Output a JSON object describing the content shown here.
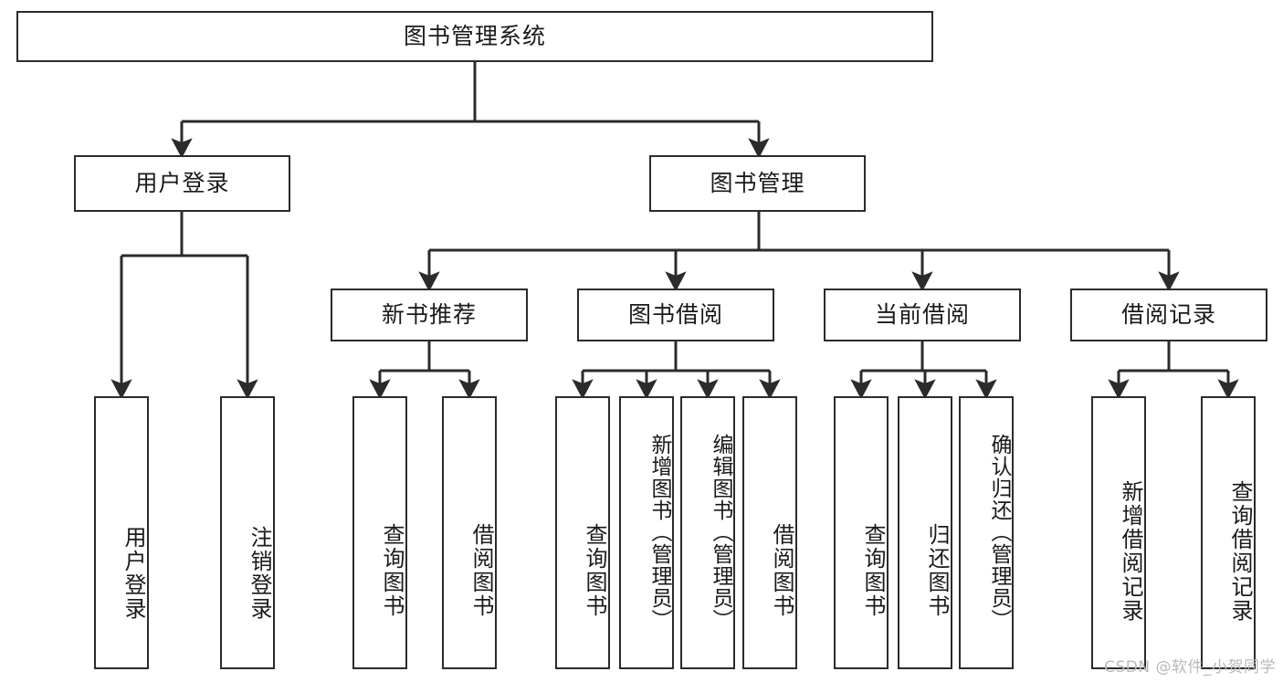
{
  "diagram": {
    "title": "图书管理系统",
    "type": "tree-hierarchy",
    "root": {
      "id": "root",
      "label": "图书管理系统"
    },
    "level2": [
      {
        "id": "user-login",
        "label": "用户登录"
      },
      {
        "id": "book-manage",
        "label": "图书管理"
      }
    ],
    "level3": [
      {
        "id": "new-book-recommend",
        "label": "新书推荐",
        "parent": "book-manage"
      },
      {
        "id": "book-borrow",
        "label": "图书借阅",
        "parent": "book-manage"
      },
      {
        "id": "current-borrow",
        "label": "当前借阅",
        "parent": "book-manage"
      },
      {
        "id": "borrow-record",
        "label": "借阅记录",
        "parent": "book-manage"
      }
    ],
    "leaves": [
      {
        "id": "leaf-user-login",
        "label": "用户登录",
        "parent": "user-login"
      },
      {
        "id": "leaf-logout",
        "label": "注销登录",
        "parent": "user-login"
      },
      {
        "id": "leaf-query-book-1",
        "label": "查询图书",
        "parent": "new-book-recommend"
      },
      {
        "id": "leaf-borrow-book-1",
        "label": "借阅图书",
        "parent": "new-book-recommend"
      },
      {
        "id": "leaf-query-book-2",
        "label": "查询图书",
        "parent": "book-borrow"
      },
      {
        "id": "leaf-add-book",
        "label": "新增图书（管理员）",
        "parent": "book-borrow"
      },
      {
        "id": "leaf-edit-book",
        "label": "编辑图书（管理员）",
        "parent": "book-borrow"
      },
      {
        "id": "leaf-borrow-book-2",
        "label": "借阅图书",
        "parent": "book-borrow"
      },
      {
        "id": "leaf-query-book-3",
        "label": "查询图书",
        "parent": "current-borrow"
      },
      {
        "id": "leaf-return-book",
        "label": "归还图书",
        "parent": "current-borrow"
      },
      {
        "id": "leaf-confirm-return",
        "label": "确认归还（管理员）",
        "parent": "current-borrow"
      },
      {
        "id": "leaf-add-record",
        "label": "新增借阅记录",
        "parent": "borrow-record"
      },
      {
        "id": "leaf-query-record",
        "label": "查询借阅记录",
        "parent": "borrow-record"
      }
    ],
    "watermark": "CSDN @软件_小贺同学",
    "colors": {
      "border": "#2b2b2b",
      "connector": "#2b2b2b",
      "text": "#1a1a1a",
      "background": "#ffffff",
      "watermark": "#b9b9b9"
    }
  }
}
